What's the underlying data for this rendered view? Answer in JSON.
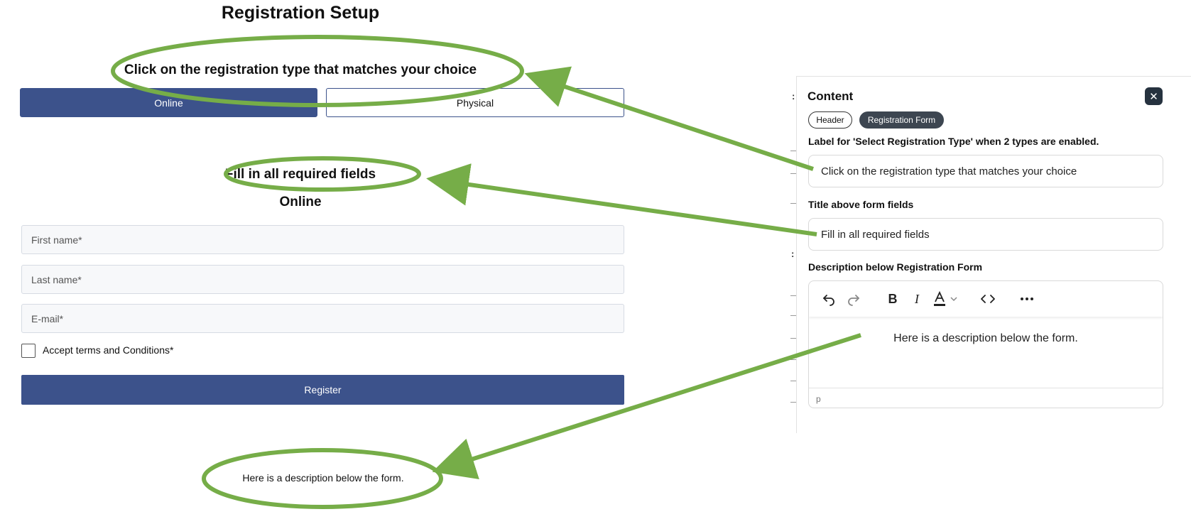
{
  "preview": {
    "page_title": "Registration Setup",
    "type_label": "Click on the registration type that matches your choice",
    "tabs": [
      {
        "label": "Online",
        "selected": true
      },
      {
        "label": "Physical",
        "selected": false
      }
    ],
    "fields_title": "Fill in all required fields",
    "type_heading": "Online",
    "fields": {
      "first_name_placeholder": "First name*",
      "last_name_placeholder": "Last name*",
      "email_placeholder": "E-mail*"
    },
    "terms_label": "Accept terms and Conditions*",
    "register_label": "Register",
    "description": "Here is a description below the form."
  },
  "panel": {
    "title": "Content",
    "close_glyph": "✕",
    "tabs": [
      {
        "label": "Header",
        "selected": false
      },
      {
        "label": "Registration Form",
        "selected": true
      }
    ],
    "type_label_caption": "Label for 'Select Registration Type' when 2 types are enabled.",
    "type_label_value": "Click on the registration type that matches your choice",
    "title_caption": "Title above form fields",
    "title_value": "Fill in all required fields",
    "description_caption": "Description below Registration Form",
    "editor": {
      "text": "Here is a description below the form.",
      "status_path": "p",
      "toolbar": [
        "undo-icon",
        "redo-icon",
        "bold-icon",
        "italic-icon",
        "text-color-icon",
        "chevron-down-icon",
        "code-icon",
        "more-icon"
      ]
    }
  },
  "colors": {
    "primary": "#3c528b",
    "annotation": "#76ad48",
    "pill_selected": "#3d4651",
    "close_bg": "#26323f"
  }
}
